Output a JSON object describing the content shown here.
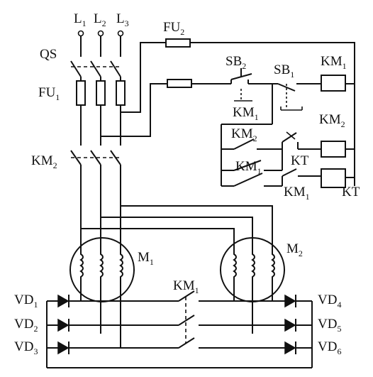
{
  "labels": {
    "L1": {
      "main": "L",
      "sub": "1"
    },
    "L2": {
      "main": "L",
      "sub": "2"
    },
    "L3": {
      "main": "L",
      "sub": "3"
    },
    "QS": {
      "main": "QS",
      "sub": ""
    },
    "FU1": {
      "main": "FU",
      "sub": "1"
    },
    "FU2": {
      "main": "FU",
      "sub": "2"
    },
    "KM2_main": {
      "main": "KM",
      "sub": "2"
    },
    "SB2": {
      "main": "SB",
      "sub": "2"
    },
    "SB1": {
      "main": "SB",
      "sub": "1"
    },
    "KM1_coil": {
      "main": "KM",
      "sub": "1"
    },
    "KM1_contact_under_sb2": {
      "main": "KM",
      "sub": "1"
    },
    "KM2_contact_ctrl": {
      "main": "KM",
      "sub": "2"
    },
    "KM2_coil": {
      "main": "KM",
      "sub": "2"
    },
    "KM1_contact_ctrl": {
      "main": "KM",
      "sub": "1"
    },
    "KT_contact": {
      "main": "KT",
      "sub": ""
    },
    "KM1_contact_bottom": {
      "main": "KM",
      "sub": "1"
    },
    "KT_coil": {
      "main": "KT",
      "sub": ""
    },
    "M1": {
      "main": "M",
      "sub": "1"
    },
    "M2": {
      "main": "M",
      "sub": "2"
    },
    "KM1_brake": {
      "main": "KM",
      "sub": "1"
    },
    "VD1": {
      "main": "VD",
      "sub": "1"
    },
    "VD2": {
      "main": "VD",
      "sub": "2"
    },
    "VD3": {
      "main": "VD",
      "sub": "3"
    },
    "VD4": {
      "main": "VD",
      "sub": "4"
    },
    "VD5": {
      "main": "VD",
      "sub": "5"
    },
    "VD6": {
      "main": "VD",
      "sub": "6"
    }
  }
}
